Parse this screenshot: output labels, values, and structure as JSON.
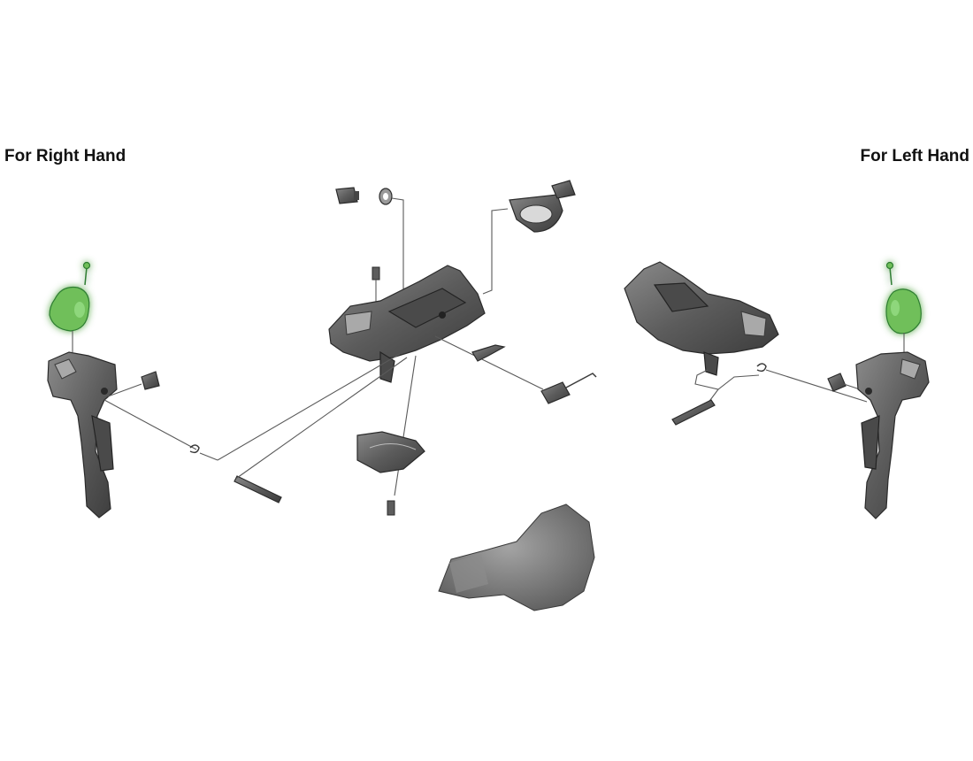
{
  "labels": {
    "right_hand": "For Right Hand",
    "left_hand": "For Left Hand"
  },
  "colors": {
    "highlight": "#7fd36b",
    "part_body": "#5f5f5f",
    "leader_line": "#5a5a5a",
    "background": "#ffffff"
  },
  "icons": {
    "highlighted_part": "shift-lever-cover-highlighted"
  }
}
